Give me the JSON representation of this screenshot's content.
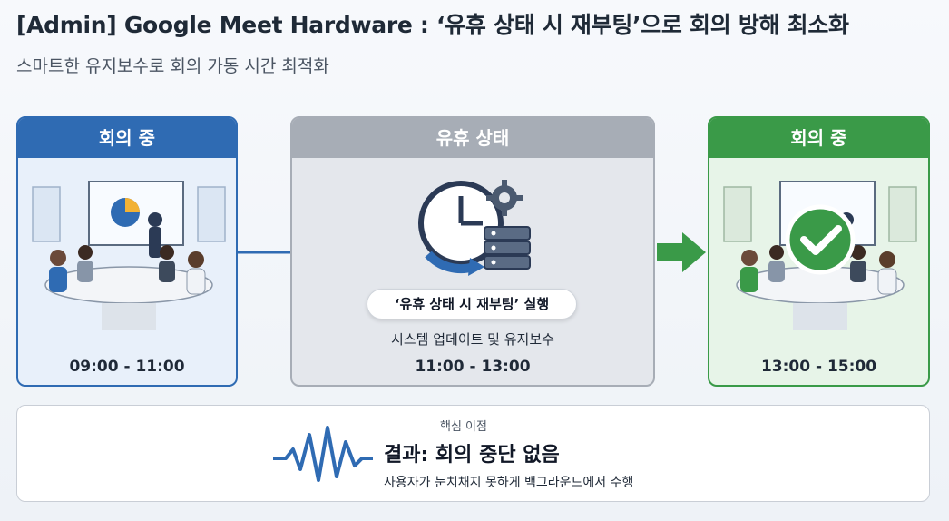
{
  "header": {
    "title": "[Admin] Google Meet Hardware : ‘유휴 상태 시 재부팅’으로 회의 방해 최소화",
    "subtitle": "스마트한 유지보수로 회의 가동 시간 최적화"
  },
  "panels": {
    "left": {
      "label": "회의 중",
      "time": "09:00 - 11:00"
    },
    "middle": {
      "label": "유휴 상태",
      "action": "‘유휴 상태 시 재부팅’ 실행",
      "description": "시스템 업데이트 및 유지보수",
      "time": "11:00 - 13:00"
    },
    "right": {
      "label": "회의 중",
      "time": "13:00 - 15:00"
    }
  },
  "benefit": {
    "kicker": "핵심 이점",
    "result": "결과: 회의 중단 없음",
    "description": "사용자가 눈치채지 못하게 백그라운드에서 수행"
  },
  "colors": {
    "blue": "#2f6bb3",
    "gray": "#a7adb6",
    "green": "#3a9a48"
  }
}
